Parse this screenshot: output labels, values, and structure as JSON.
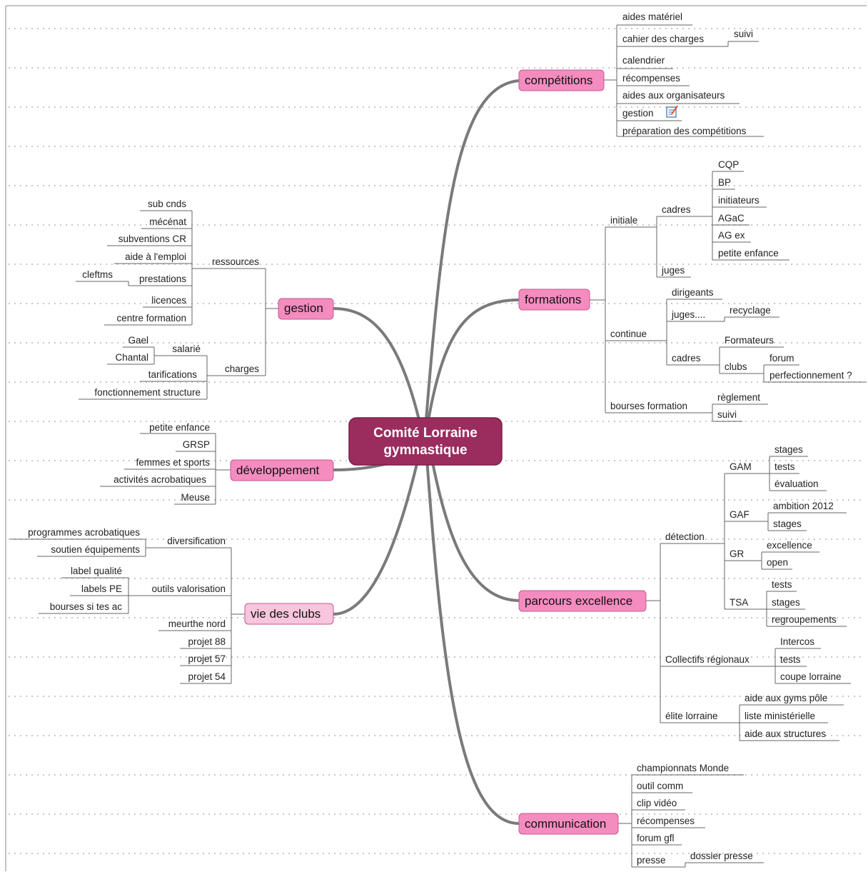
{
  "colors": {
    "central": "#9b2c5e",
    "main_topic": "#f48cc0",
    "main_topic_light": "#f8c5dd",
    "branch": "#7a7a7a",
    "line": "#666666",
    "dots": "#c8c8c8"
  },
  "central": {
    "line1": "Comité Lorraine",
    "line2": "gymnastique"
  },
  "competitions": {
    "title": "compétitions",
    "aides_materiel": "aides matériel",
    "cahier_des_charges": "cahier des charges",
    "suivi": "suivi",
    "calendrier": "calendrier",
    "recompenses": "récompenses",
    "aides_organisateurs": "aides aux organisateurs",
    "gestion": "gestion",
    "gestion_icon": "note-icon",
    "preparation": "préparation des compétitions"
  },
  "formations": {
    "title": "formations",
    "initiale": "initiale",
    "cadres": "cadres",
    "cqp": "CQP",
    "bp": "BP",
    "initiateurs": "initiateurs",
    "agac": "AGaC",
    "ag_ex": "AG ex",
    "petite_enfance": "petite enfance",
    "juges": "juges",
    "continue": "continue",
    "dirigeants": "dirigeants",
    "juges_dots": "juges....",
    "recyclage": "recyclage",
    "cadres2": "cadres",
    "formateurs": "Formateurs",
    "clubs": "clubs",
    "forum": "forum",
    "perfectionnement": "perfectionnement ?",
    "bourses_formation": "bourses formation",
    "reglement": "règlement",
    "suivi": "suivi"
  },
  "parcours": {
    "title": "parcours excellence",
    "detection": "détection",
    "gam": "GAM",
    "gam_stages": "stages",
    "gam_tests": "tests",
    "gam_evaluation": "évaluation",
    "gaf": "GAF",
    "gaf_ambition": "ambition  2012",
    "gaf_stages": "stages",
    "gr": "GR",
    "gr_excellence": "excellence",
    "gr_open": "open",
    "tsa": "TSA",
    "tsa_tests": "tests",
    "tsa_stages": "stages",
    "tsa_regroupements": "regroupements",
    "collectifs": "Collectifs régionaux",
    "intercos": "Intercos",
    "coll_tests": "tests",
    "coupe_lorraine": "coupe lorraine",
    "elite": "élite lorraine",
    "aide_gyms": "aide aux gyms  pôle",
    "liste_ministerielle": "liste ministérielle",
    "aide_structures": "aide aux structures"
  },
  "communication": {
    "title": "communication",
    "championnats": "championnats Monde",
    "outil_comm": "outil comm",
    "clip_video": "clip vidéo",
    "recompenses": "récompenses",
    "forum_gfl": "forum gfl",
    "presse": "presse",
    "dossier_presse": "dossier presse"
  },
  "gestion": {
    "title": "gestion",
    "ressources": "ressources",
    "sub_cnds": "sub cnds",
    "mecenat": "mécénat",
    "subventions_cr": "subventions CR",
    "aide_emploi": "aide à l'emploi",
    "prestations": "prestations",
    "cleftms": "cleftms",
    "licences": "licences",
    "centre_formation": "centre formation",
    "charges": "charges",
    "salarie": "salarié",
    "gael": "Gael",
    "chantal": "Chantal",
    "tarifications": "tarifications",
    "fonctionnement": "fonctionnement structure"
  },
  "developpement": {
    "title": "développement",
    "petite_enfance": "petite enfance",
    "grsp": "GRSP",
    "femmes_sports": "femmes et sports",
    "activites_acro": "activités acrobatiques",
    "meuse": "Meuse"
  },
  "vie_clubs": {
    "title": "vie des clubs",
    "diversification": "diversification",
    "programmes_acro": "programmes acrobatiques",
    "soutien_equipements": "soutien équipements",
    "outils_valorisation": "outils valorisation",
    "label_qualite": "label qualité",
    "labels_pe": "labels  PE",
    "bourses": "bourses si tes ac",
    "meurthe_nord": "meurthe nord",
    "projet_88": "projet 88",
    "projet_57": "projet 57",
    "projet_54": "projet 54"
  }
}
